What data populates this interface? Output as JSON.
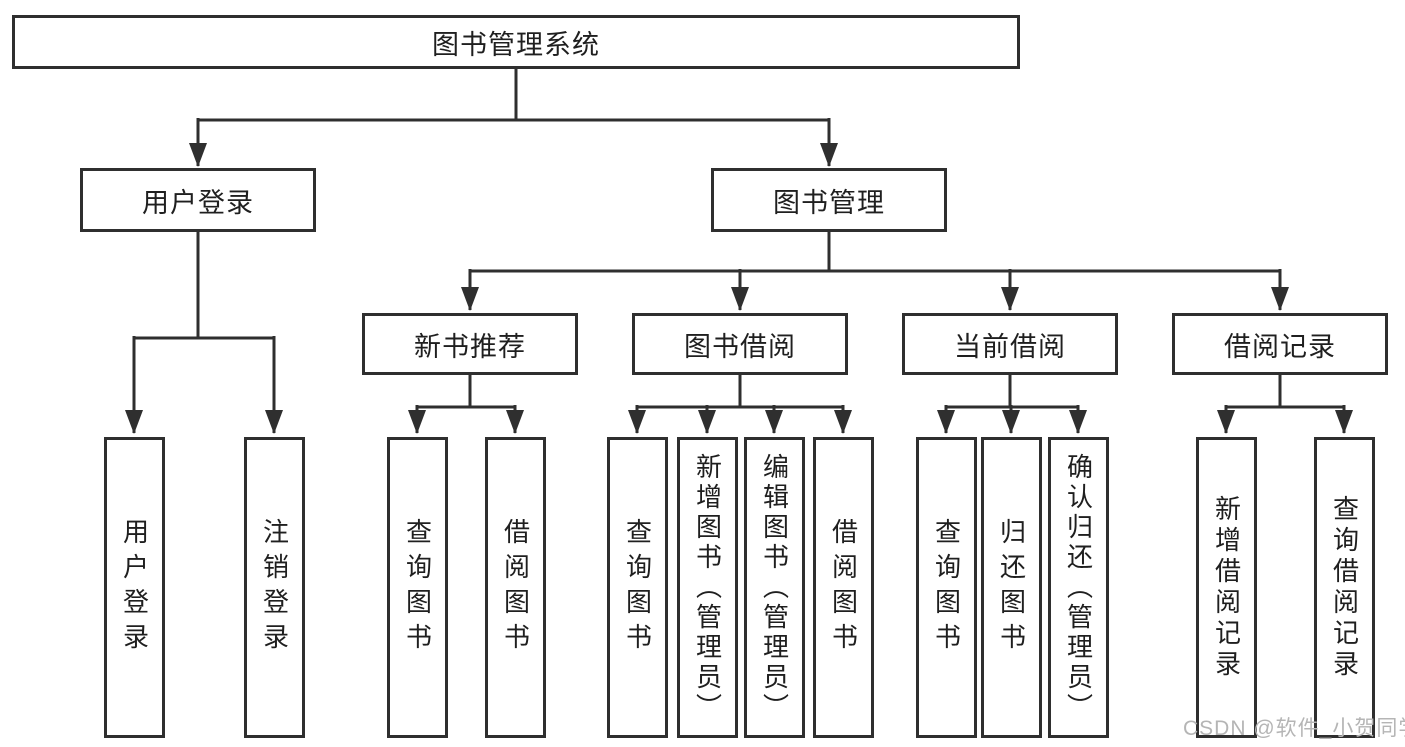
{
  "title": {
    "label": "图书管理系统"
  },
  "level2": {
    "user_login": {
      "label": "用户登录"
    },
    "book_mgmt": {
      "label": "图书管理"
    }
  },
  "level3": {
    "new_books": {
      "label": "新书推荐"
    },
    "borrowing": {
      "label": "图书借阅"
    },
    "current": {
      "label": "当前借阅"
    },
    "records": {
      "label": "借阅记录"
    }
  },
  "leaves": {
    "user_login": {
      "label": "用户登录"
    },
    "logout": {
      "label": "注销登录"
    },
    "nb_query": {
      "label": "查询图书"
    },
    "nb_borrow": {
      "label": "借阅图书"
    },
    "bw_query": {
      "label": "查询图书"
    },
    "bw_add": {
      "label": "新增图书（管理员）"
    },
    "bw_edit": {
      "label": "编辑图书（管理员）"
    },
    "bw_borrow": {
      "label": "借阅图书"
    },
    "cur_query": {
      "label": "查询图书"
    },
    "cur_return": {
      "label": "归还图书"
    },
    "cur_confirm": {
      "label": "确认归还（管理员）"
    },
    "rec_add": {
      "label": "新增借阅记录"
    },
    "rec_query": {
      "label": "查询借阅记录"
    }
  },
  "watermark": {
    "label": "CSDN @软件_小贺同学"
  },
  "colors": {
    "line": "#2f2f2f",
    "text": "#1f1f1f",
    "watermark": "#b5b5b5",
    "background": "#ffffff"
  }
}
